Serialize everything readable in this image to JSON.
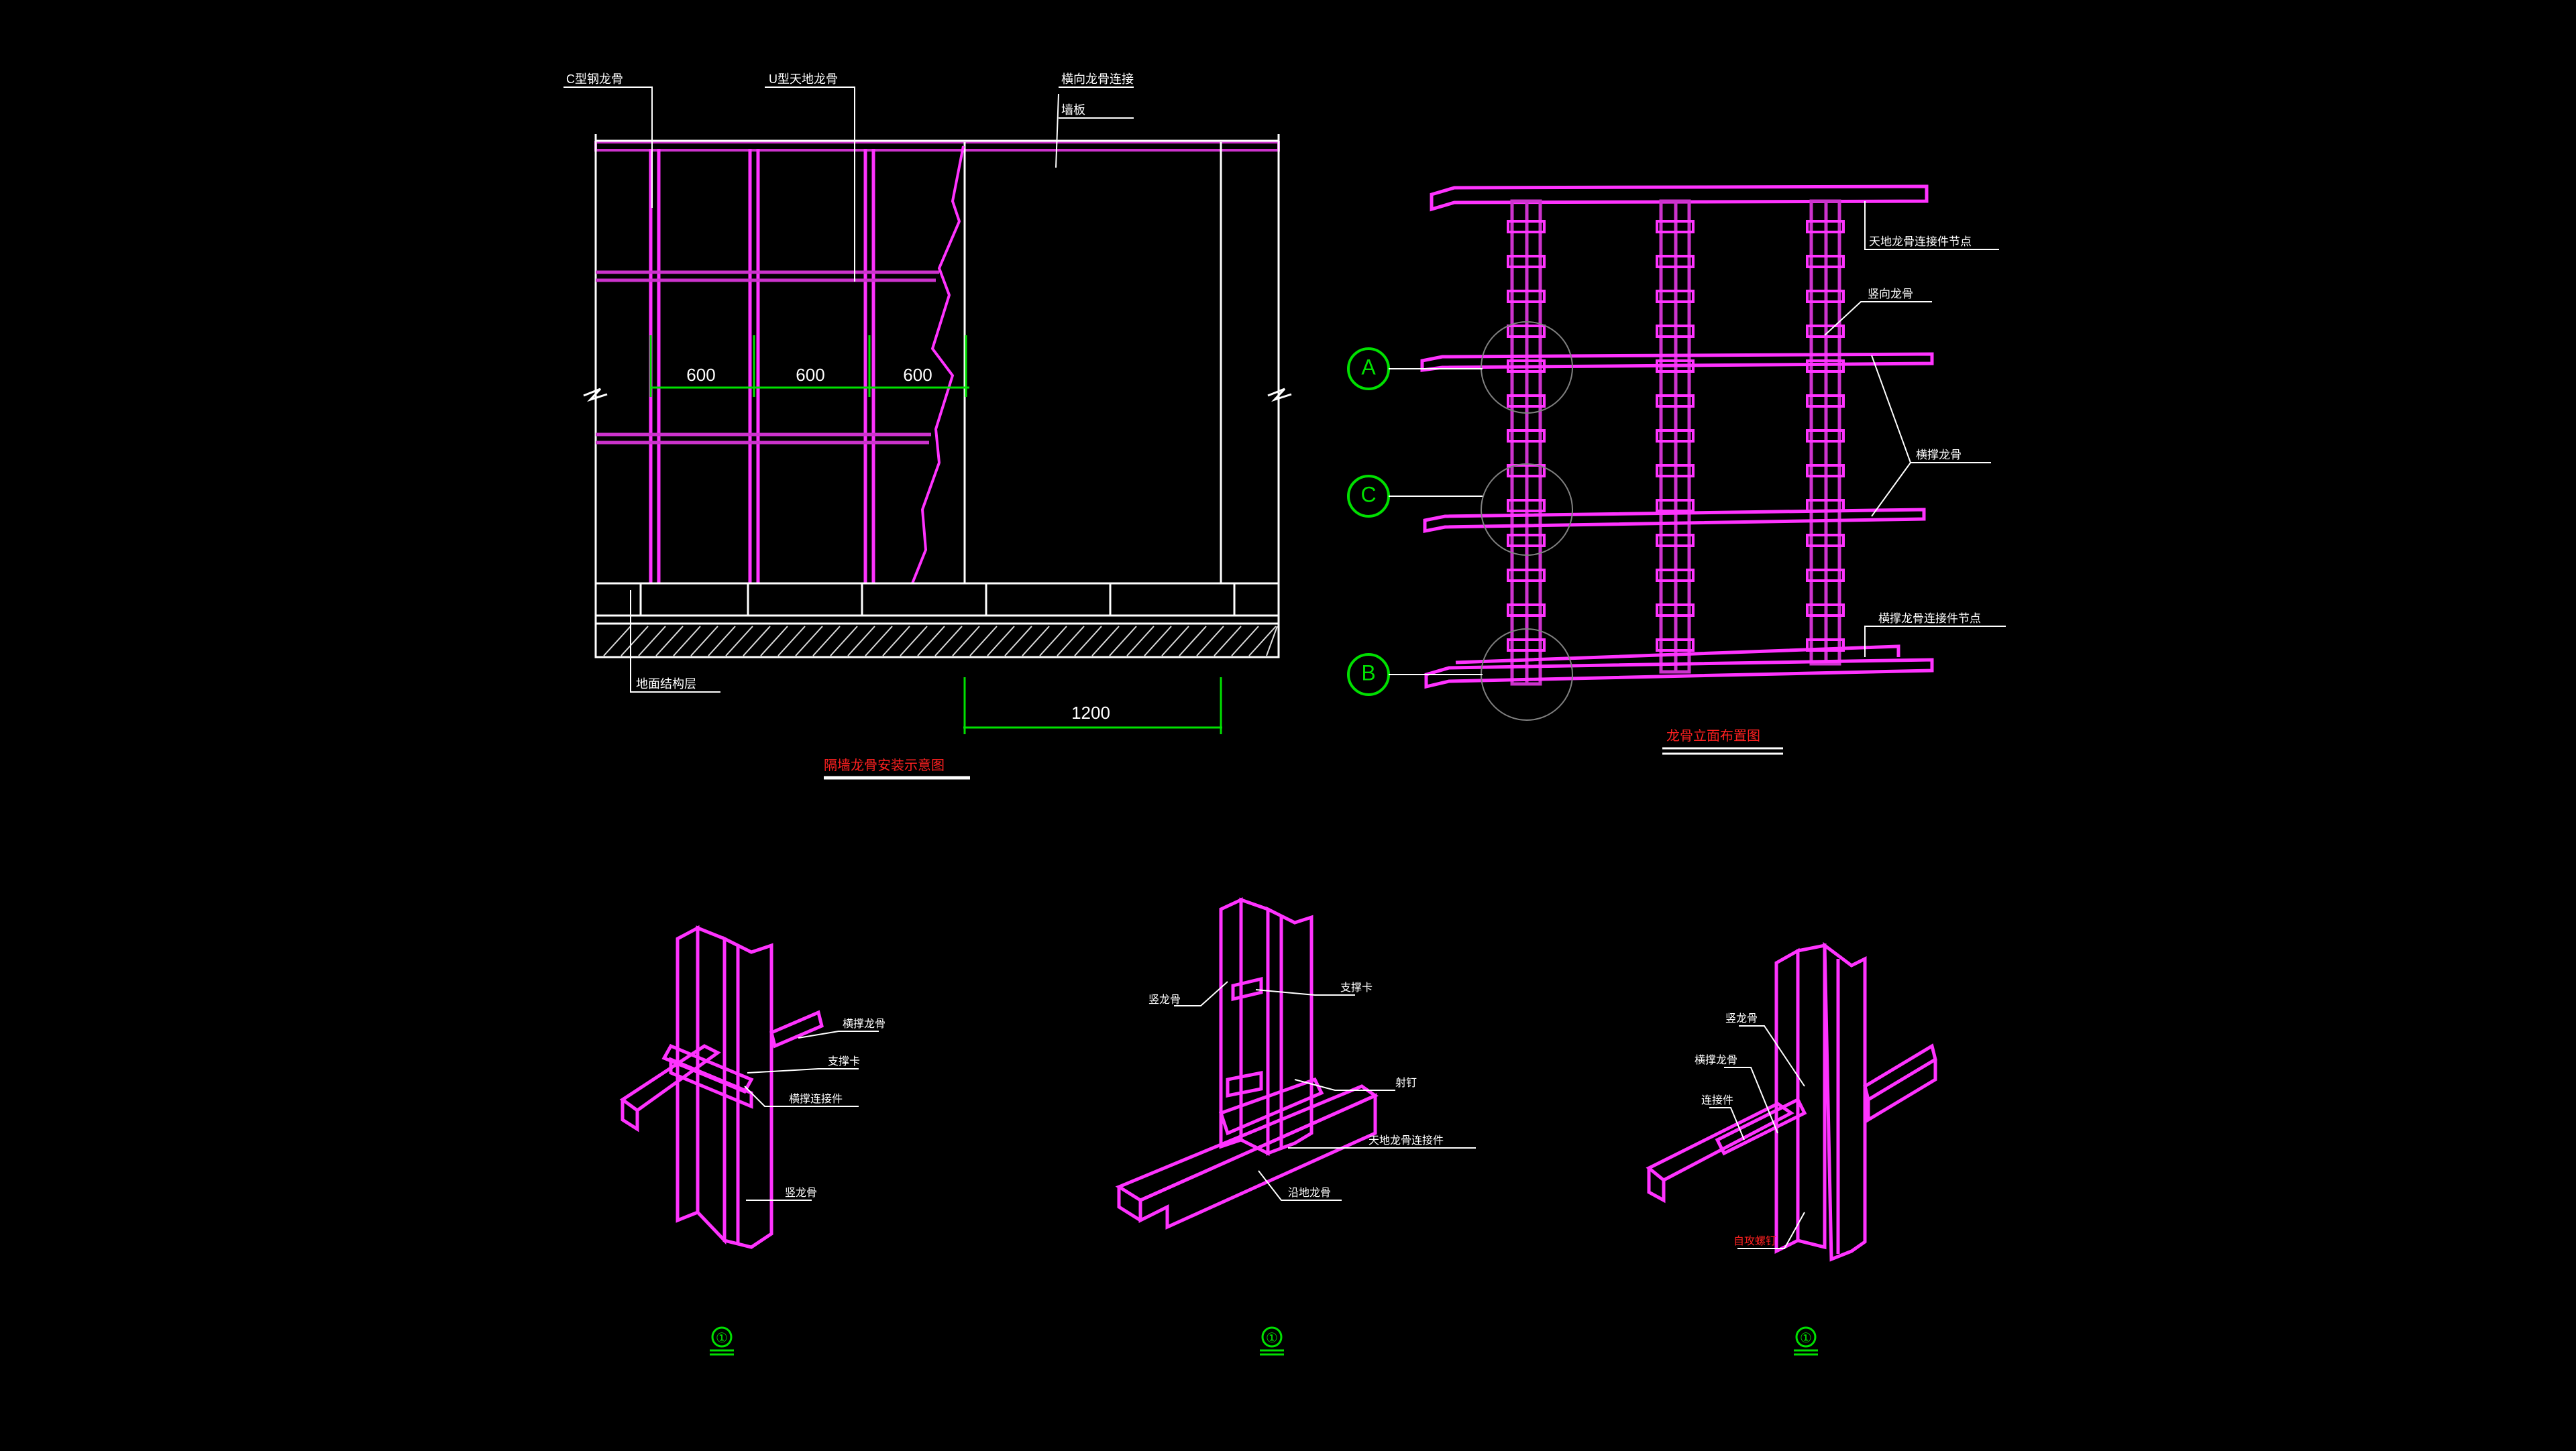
{
  "colors": {
    "background": "#000000",
    "stud": "#ff33ff",
    "frame": "#cc33cc",
    "wall": "#ffffff",
    "dimension": "#00e000",
    "leader": "#ffffff",
    "title": "#ff2020",
    "axis_bubble": "#00e000",
    "detail_circle": "#808080"
  },
  "elevation": {
    "dims": {
      "d1": "600",
      "d2": "600",
      "d3": "600",
      "bottom": "1200"
    },
    "leaders": {
      "top_left": "C型钢龙骨",
      "top_mid": "U型天地龙骨",
      "top_right": "横向龙骨连接",
      "top_right_2": "墙板",
      "bottom_left": "地面结构层"
    },
    "title": "隔墙龙骨安装示意图"
  },
  "framing": {
    "bubbles": {
      "a": "A",
      "c": "C",
      "b": "B"
    },
    "leaders": {
      "r1": "天地龙骨连接件节点",
      "r2": "竖向龙骨",
      "r3": "横撑龙骨",
      "r4": "横撑龙骨连接件节点"
    },
    "title": "龙骨立面布置图"
  },
  "details": {
    "d1": {
      "leaders": {
        "l1": "横撑龙骨",
        "l2": "支撑卡",
        "l3": "横撑连接件",
        "l4": "竖龙骨"
      },
      "label": "①"
    },
    "d2": {
      "leaders": {
        "l1": "竖龙骨",
        "l2": "支撑卡",
        "l3": "射钉",
        "l4": "天地龙骨连接件",
        "l5": "沿地龙骨"
      },
      "label": "①"
    },
    "d3": {
      "leaders": {
        "l1": "竖龙骨",
        "l2": "横撑龙骨",
        "l3": "连接件",
        "l4": "自攻螺钉"
      },
      "label": "①"
    }
  }
}
